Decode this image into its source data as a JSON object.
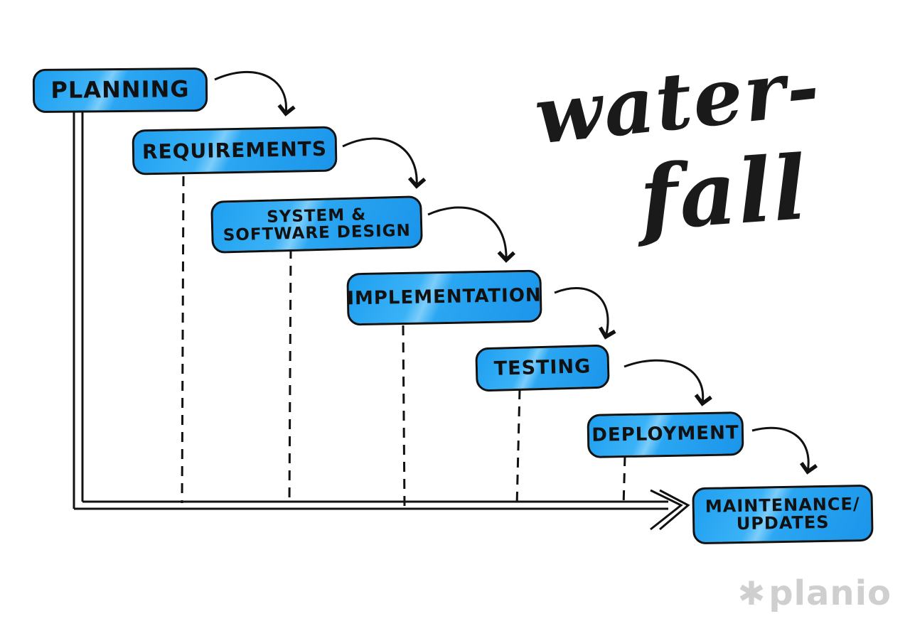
{
  "diagram": {
    "title_line1": "water-",
    "title_line2": "fall",
    "stages": [
      {
        "label": "Planning"
      },
      {
        "label": "Requirements"
      },
      {
        "label": "System &\nSoftware Design"
      },
      {
        "label": "Implementation"
      },
      {
        "label": "Testing"
      },
      {
        "label": "Deployment"
      },
      {
        "label": "Maintenance/\nUpdates"
      }
    ]
  },
  "logo": {
    "text": "planio",
    "icon": "asterisk-icon"
  }
}
